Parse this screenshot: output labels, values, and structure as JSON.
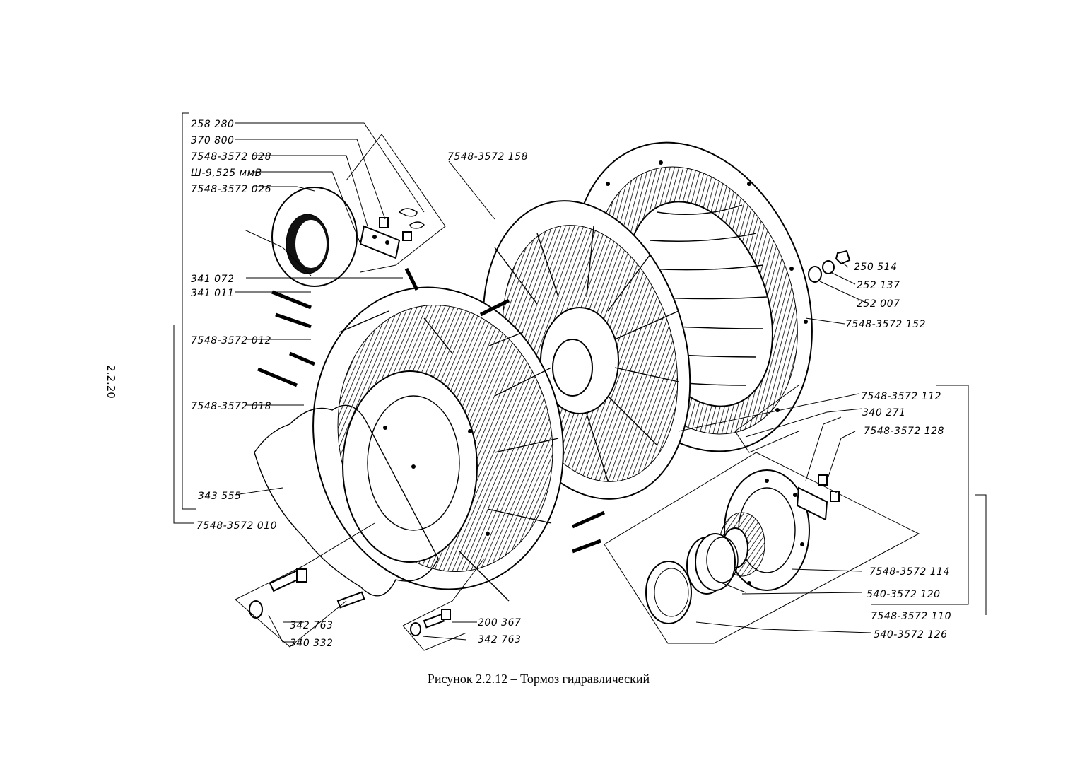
{
  "page_number": "2.2.20",
  "caption": "Рисунок 2.2.12 – Тормоз гидравлический",
  "parts": {
    "p258280": "258 280",
    "p370800": "370 800",
    "p028": "7548-3572 028",
    "p_ball": "Ш-9,525 ммВ",
    "p026": "7548-3572 026",
    "p341072": "341 072",
    "p341011": "341 011",
    "p012": "7548-3572 012",
    "p018": "7548-3572 018",
    "p343555": "343 555",
    "p010": "7548-3572 010",
    "p342763a": "342 763",
    "p340332": "340 332",
    "p200367": "200 367",
    "p342763b": "342 763",
    "p158": "7548-3572 158",
    "p250514": "250 514",
    "p252137": "252 137",
    "p252007": "252 007",
    "p152": "7548-3572 152",
    "p112": "7548-3572 112",
    "p340271": "340 271",
    "p128": "7548-3572 128",
    "p114": "7548-3572 114",
    "p120": "540-3572 120",
    "p110": "7548-3572 110",
    "p126": "540-3572 126"
  }
}
